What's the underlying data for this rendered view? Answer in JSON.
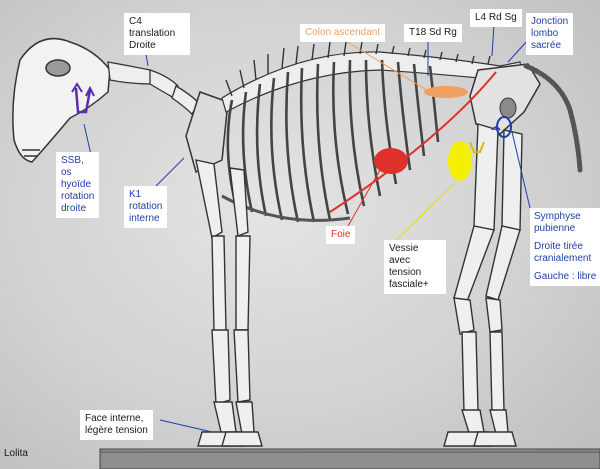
{
  "signature": "Lolita",
  "colors": {
    "annotation_blue": "#1f3fa8",
    "colon_orange": "#f0a060",
    "liver_red": "#e0302a",
    "bladder_yellow": "#f4f000"
  },
  "labels": {
    "c4": [
      "C4",
      "translation",
      "Droite"
    ],
    "colon": "Colon ascendant",
    "t18": "T18 Sd Rg",
    "l4": "L4 Rd Sg",
    "jonction": [
      "Jonction",
      "lombo",
      "sacrée"
    ],
    "ssb": [
      "SSB,",
      "os",
      "hyoïde",
      "rotation",
      "droite"
    ],
    "k1": [
      "K1",
      "rotation",
      "interne"
    ],
    "foie": "Foie",
    "vessie": [
      "Vessie",
      "avec",
      "tension",
      "fasciale+"
    ],
    "symphyse": {
      "title": [
        "Symphyse",
        "pubienne"
      ],
      "droite": [
        "Droite tirée",
        "cranialement"
      ],
      "gauche": "Gauche : libre"
    },
    "face": [
      "Face interne,",
      "légère tension"
    ]
  },
  "illustration": {
    "subject": "horse-skeleton",
    "icons": [
      "hyoid-marker-icon",
      "sacrum-bracket-icon",
      "symphysis-ring-icon"
    ]
  }
}
